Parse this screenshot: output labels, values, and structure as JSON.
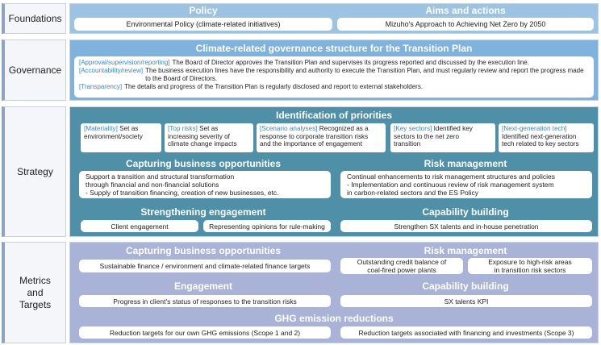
{
  "rows": {
    "foundations": "Foundations",
    "governance": "Governance",
    "strategy": "Strategy",
    "metrics": [
      "Metrics",
      "and",
      "Targets"
    ]
  },
  "foundations": {
    "policy_title": "Policy",
    "policy_text": "Environmental Policy (climate-related initiatives)",
    "aims_title": "Aims and actions",
    "aims_text": "Mizuho's Approach to Achieving Net Zero by 2050"
  },
  "governance": {
    "title": "Climate-related governance structure for the Transition Plan",
    "items": [
      {
        "tag": "[Approval/supervision/reporting]",
        "text": "The Board of Director approves the Transition Plan and supervises its progress reported and discussed by the execution line."
      },
      {
        "tag": "[Accountability/review]",
        "text": "The business execution lines have the responsibility and authority to execute the Transition Plan, and must regularly review and report the progress made to the Board of Directors."
      },
      {
        "tag": "[Transparency]",
        "text": "The details and progress of the Transition Plan is regularly disclosed and report to external stakeholders."
      }
    ]
  },
  "strategy": {
    "priorities_title": "Identification of priorities",
    "priorities": [
      {
        "tag": "[Materiality]",
        "lines": [
          "Set as",
          "environment/society"
        ]
      },
      {
        "tag": "[Top risks]",
        "lines": [
          "Set as",
          "increasing severity of",
          "climate change impacts"
        ]
      },
      {
        "tag": "[Scenario analyses]",
        "lines": [
          "Recognized as a",
          "response to corporate transition risks",
          "and the importance of engagement"
        ]
      },
      {
        "tag": "[Key sectors]",
        "lines": [
          "Identified key",
          "sectors to the net zero",
          "transition"
        ]
      },
      {
        "tag": "[Next-generation tech]",
        "lines": [
          "Identified next-generation",
          "tech related to key sectors"
        ]
      }
    ],
    "opportunities_title": "Capturing business opportunities",
    "opportunities_lines": [
      "Support a transition and structural transformation",
      "through financial and non-financial solutions",
      "- Supply of transition financing, creation of new businesses, etc."
    ],
    "risk_title": "Risk management",
    "risk_lines": [
      "Continual enhancements to risk management structures and policies",
      "- Implementation and continuous review of risk management system",
      "in carbon-related sectors and the ES Policy"
    ],
    "engagement_title": "Strengthening engagement",
    "engagement_items": [
      "Client engagement",
      "Representing opinions for rule-making"
    ],
    "capability_title": "Capability building",
    "capability_text": "Strengthen SX talents and in-house penetration"
  },
  "metrics": {
    "opportunities_title": "Capturing business opportunities",
    "opportunities_text": "Sustainable finance / environment and climate-related finance targets",
    "risk_title": "Risk management",
    "risk_items": [
      [
        "Outstanding credit balance of",
        "coal-fired power plants"
      ],
      [
        "Exposure to high-risk areas",
        "in transition risk sectors"
      ]
    ],
    "engagement_title": "Engagement",
    "engagement_text": "Progress in client's status of responses to the transition risks",
    "capability_title": "Capability building",
    "capability_text": "SX talents KPI",
    "ghg_title": "GHG emission reductions",
    "ghg_items": [
      "Reduction targets for our own GHG emissions (Scope 1 and 2)",
      "Reduction targets associated with financing and investments (Scope 3)"
    ]
  }
}
